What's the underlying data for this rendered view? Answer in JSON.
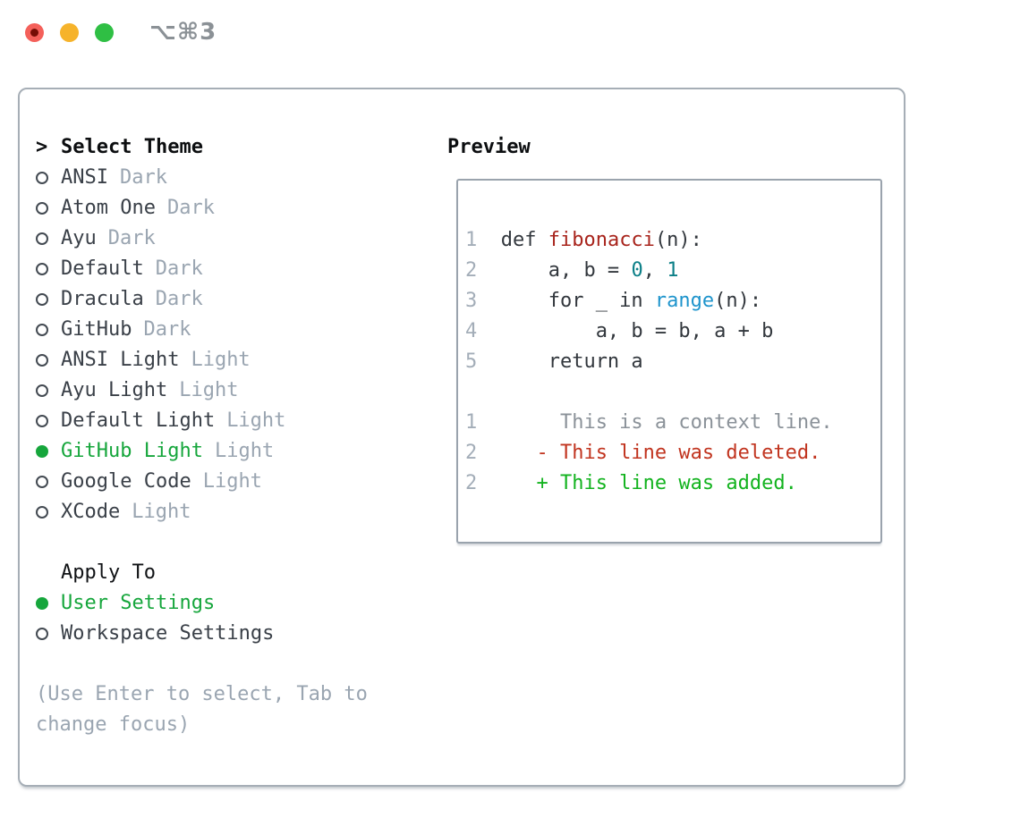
{
  "window": {
    "title": "⌥⌘3",
    "traffic_lights": [
      {
        "name": "close",
        "color": "#f4605a",
        "inner_dot": "#750d05"
      },
      {
        "name": "minimize",
        "color": "#f6b32b"
      },
      {
        "name": "zoom",
        "color": "#2fbf44"
      }
    ]
  },
  "theme_panel": {
    "prompt": ">",
    "header": "Select Theme",
    "items": [
      {
        "name": "ANSI",
        "variant": "Dark",
        "selected": false
      },
      {
        "name": "Atom One",
        "variant": "Dark",
        "selected": false
      },
      {
        "name": "Ayu",
        "variant": "Dark",
        "selected": false
      },
      {
        "name": "Default",
        "variant": "Dark",
        "selected": false
      },
      {
        "name": "Dracula",
        "variant": "Dark",
        "selected": false
      },
      {
        "name": "GitHub",
        "variant": "Dark",
        "selected": false
      },
      {
        "name": "ANSI Light",
        "variant": "Light",
        "selected": false
      },
      {
        "name": "Ayu Light",
        "variant": "Light",
        "selected": false
      },
      {
        "name": "Default Light",
        "variant": "Light",
        "selected": false
      },
      {
        "name": "GitHub Light",
        "variant": "Light",
        "selected": true
      },
      {
        "name": "Google Code",
        "variant": "Light",
        "selected": false
      },
      {
        "name": "XCode",
        "variant": "Light",
        "selected": false
      }
    ],
    "apply_to": {
      "header": "Apply To",
      "options": [
        {
          "label": "User Settings",
          "selected": true
        },
        {
          "label": "Workspace Settings",
          "selected": false
        }
      ]
    },
    "hint": "(Use Enter to select, Tab to change focus)"
  },
  "preview": {
    "title": "Preview",
    "lines": [
      {
        "num": "1",
        "segments": [
          {
            "text": " def ",
            "style": "plain"
          },
          {
            "text": "fibonacci",
            "style": "function"
          },
          {
            "text": "(n):",
            "style": "plain"
          }
        ]
      },
      {
        "num": "2",
        "segments": [
          {
            "text": "     a, b = ",
            "style": "plain"
          },
          {
            "text": "0",
            "style": "number"
          },
          {
            "text": ", ",
            "style": "plain"
          },
          {
            "text": "1",
            "style": "number"
          }
        ]
      },
      {
        "num": "3",
        "segments": [
          {
            "text": "     for _ in ",
            "style": "plain"
          },
          {
            "text": "range",
            "style": "builtin"
          },
          {
            "text": "(n):",
            "style": "plain"
          }
        ]
      },
      {
        "num": "4",
        "segments": [
          {
            "text": "         a, b = b, a + b",
            "style": "plain"
          }
        ]
      },
      {
        "num": "5",
        "segments": [
          {
            "text": "     return a",
            "style": "plain"
          }
        ]
      },
      {
        "num": "",
        "segments": []
      },
      {
        "num": "1",
        "segments": [
          {
            "text": "      This is a context line.",
            "style": "context"
          }
        ]
      },
      {
        "num": "2",
        "segments": [
          {
            "text": "    - This line was deleted.",
            "style": "deleted"
          }
        ]
      },
      {
        "num": "2",
        "segments": [
          {
            "text": "    + This line was added.",
            "style": "added"
          }
        ]
      }
    ]
  },
  "colors": {
    "header": "#0c0e10",
    "dark": "#3a4048",
    "muted": "#9aa5b1",
    "green": "#16a63c",
    "plain": "#32373d",
    "function": "#a8241c",
    "number": "#0b7f87",
    "builtin": "#1e94cc",
    "context": "#8b9299",
    "deleted": "#c1341f",
    "added": "#13b31f",
    "gutter": "#a3adb8"
  }
}
